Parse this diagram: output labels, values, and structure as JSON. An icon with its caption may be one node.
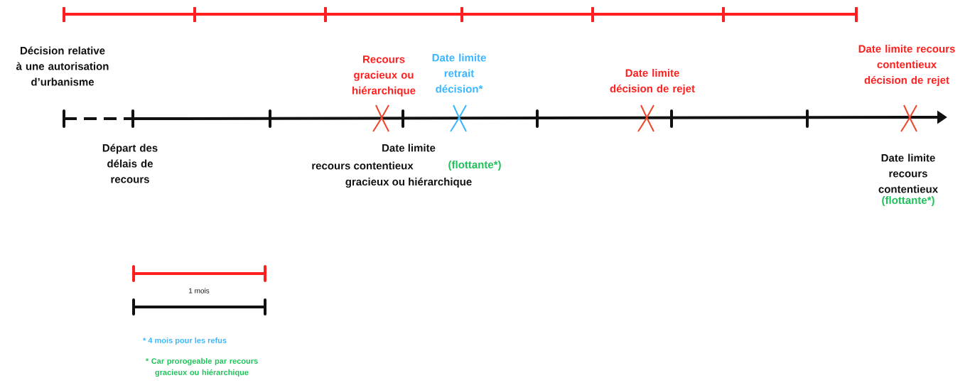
{
  "diagram": {
    "labels": [
      "Décision relative à une autorisation d’urbanisme",
      "Recours gracieux ou hiérarchique",
      "Date limite retrait décision*",
      "Date limite décision de rejet",
      "Date limite recours contentieux décision de rejet",
      "Départ des délais de recours",
      "Date limite",
      "recours contentieux",
      "(flottante*)",
      "gracieux ou hiérarchique",
      "Date limite recours contentieux",
      "(flottante*)",
      "1 mois",
      "* 4 mois pour les refus",
      "* Car prorogeable par recours gracieux ou hiérarchique"
    ]
  }
}
